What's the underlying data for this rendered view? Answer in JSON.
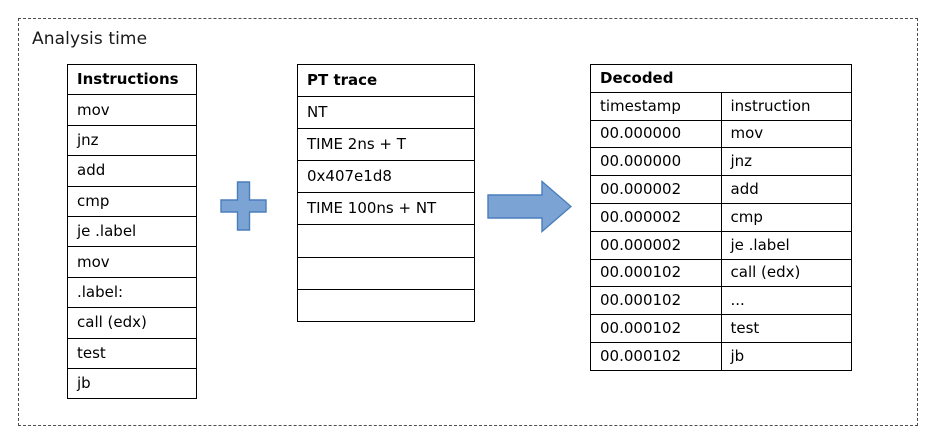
{
  "panel": {
    "title": "Analysis time",
    "accent_fill": "#7ba3d4",
    "accent_stroke": "#4a7ebb",
    "border_color": "#4d4d4d",
    "table_border_color": "#000000"
  },
  "instructions_table": {
    "header": "Instructions",
    "rows": [
      "mov",
      "jnz",
      "add",
      "cmp",
      "je .label",
      "mov",
      ".label:",
      "call (edx)",
      "test",
      "jb"
    ]
  },
  "pt_trace_table": {
    "header": "PT trace",
    "rows": [
      "NT",
      "TIME 2ns + T",
      "0x407e1d8",
      "TIME 100ns + NT",
      "",
      "",
      ""
    ]
  },
  "decoded_table": {
    "header": "Decoded",
    "columns": [
      "timestamp",
      "instruction"
    ],
    "rows": [
      [
        "00.000000",
        "mov"
      ],
      [
        "00.000000",
        "jnz"
      ],
      [
        "00.000002",
        "add"
      ],
      [
        "00.000002",
        "cmp"
      ],
      [
        "00.000002",
        "je .label"
      ],
      [
        "00.000102",
        "call (edx)"
      ],
      [
        "00.000102",
        "..."
      ],
      [
        "00.000102",
        "test"
      ],
      [
        "00.000102",
        "jb"
      ]
    ]
  },
  "connectors": {
    "plus_label": "plus",
    "arrow_label": "right-arrow"
  }
}
